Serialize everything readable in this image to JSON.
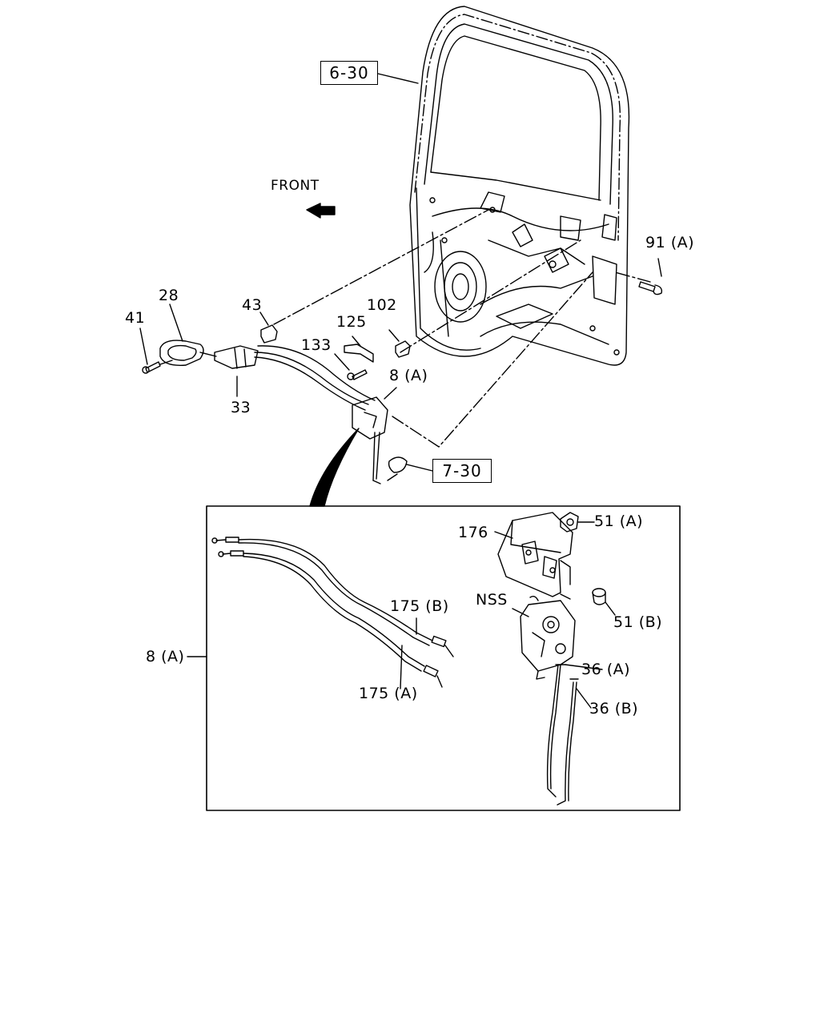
{
  "diagram": {
    "front_label": "FRONT",
    "ref_boxes": {
      "door_ref": "6-30",
      "handle_ref": "7-30"
    },
    "callouts": {
      "p91a": "91 (A)",
      "p43": "43",
      "p28": "28",
      "p41": "41",
      "p102": "102",
      "p125": "125",
      "p133": "133",
      "p8a_top": "8 (A)",
      "p33": "33",
      "p176": "176",
      "p51a": "51 (A)",
      "p175b": "175 (B)",
      "pnss": "NSS",
      "p51b": "51 (B)",
      "p8a_inset": "8 (A)",
      "p36a": "36 (A)",
      "p36b": "36 (B)",
      "p175a": "175 (A)"
    }
  }
}
